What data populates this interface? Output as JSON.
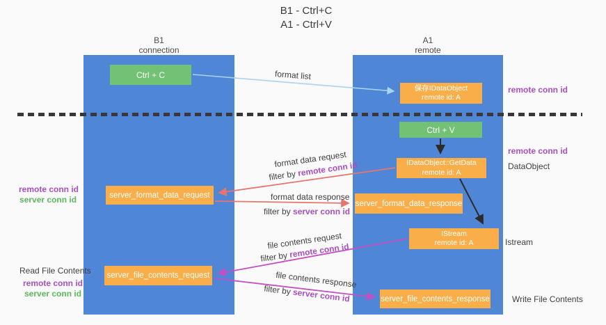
{
  "title": {
    "line1": "B1 - Ctrl+C",
    "line2": "A1 - Ctrl+V"
  },
  "lanes": {
    "left": {
      "title": "B1",
      "subtitle": "connection"
    },
    "right": {
      "title": "A1",
      "subtitle": "remote"
    }
  },
  "nodes": {
    "ctrl_c": {
      "label": "Ctrl + C"
    },
    "ctrl_v": {
      "label": "Ctrl + V"
    },
    "save_idataobject": {
      "line1": "保存IDataObject",
      "line2": "remote id: A"
    },
    "idataobject_getdata": {
      "line1": "IDataObject::GetData",
      "line2": "remote id: A"
    },
    "istream": {
      "line1": "IStream",
      "line2": "remote id: A"
    },
    "server_format_data_request": {
      "label": "server_format_data_request"
    },
    "server_format_data_response": {
      "label": "server_format_data_response"
    },
    "server_file_contents_request": {
      "label": "server_file_contents_request"
    },
    "server_file_contents_response": {
      "label": "server_file_contents_response"
    }
  },
  "arrows": {
    "format_list": {
      "label": "format list"
    },
    "format_data_request": {
      "label": "format data request",
      "filter_prefix": "filter by ",
      "filter_key": "remote conn id"
    },
    "format_data_response": {
      "label": "format data response",
      "filter_prefix": "filter by ",
      "filter_key": "server conn id"
    },
    "file_contents_request": {
      "label": "file contents request",
      "filter_prefix": "filter by ",
      "filter_key": "remote conn id"
    },
    "file_contents_response": {
      "label": "file contents response",
      "filter_prefix": "filter by ",
      "filter_key": "server conn id"
    }
  },
  "annotations": {
    "top_right_conn": "remote conn id",
    "mid_right_conn": "remote conn id",
    "dataobject": "DataObject",
    "istream": "Istream",
    "write_file_contents": "Write File Contents",
    "read_file_contents": "Read File Contents",
    "left_mid_remote": "remote conn id",
    "left_mid_server": "server conn id",
    "left_bottom_remote": "remote conn id",
    "left_bottom_server": "server conn id"
  },
  "colors": {
    "lane_blue": "#4f86d6",
    "box_green": "#72c175",
    "box_orange": "#f9ae4a",
    "arrow_light_blue": "#a9d3ee",
    "arrow_red": "#e8756d",
    "arrow_magenta": "#c44fc4",
    "arrow_black": "#2b2b2b",
    "conn_id_purple": "#a94fc0",
    "conn_id_green": "#5cb85c",
    "dashed_line": "#383838"
  }
}
